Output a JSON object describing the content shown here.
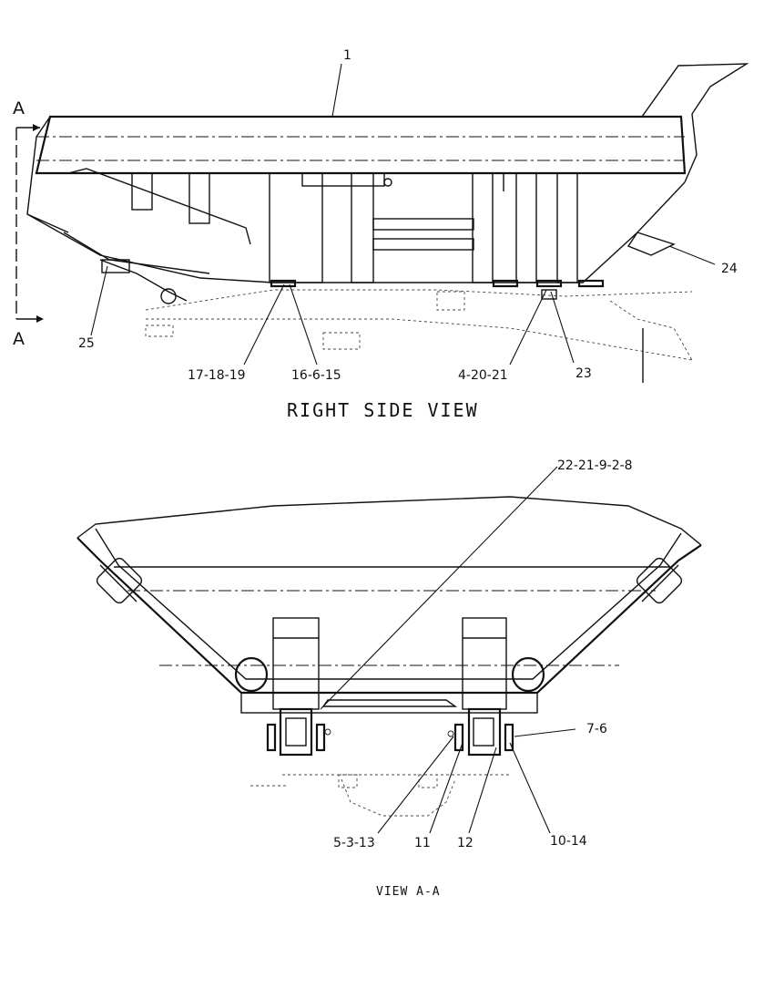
{
  "views": {
    "side": {
      "title": "RIGHT SIDE VIEW",
      "section_mark_top": "A",
      "section_mark_bottom": "A",
      "callouts": {
        "c1": "1",
        "c24": "24",
        "c25": "25",
        "c17": "17-18-19",
        "c16": "16-6-15",
        "c4": "4-20-21",
        "c23": "23"
      }
    },
    "section": {
      "title": "VIEW A-A",
      "callouts": {
        "c22": "22-21-9-2-8",
        "c7": "7-6",
        "c5": "5-3-13",
        "c11": "11",
        "c12": "12",
        "c10": "10-14"
      }
    }
  }
}
